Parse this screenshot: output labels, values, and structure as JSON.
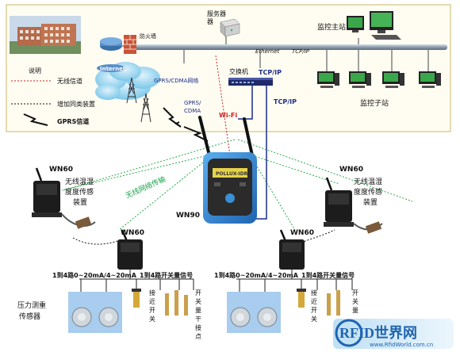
{
  "top": {
    "server_label": "服务器",
    "firewall_label": "防火墙",
    "internet_label": "Internet",
    "ethernet_label": "Ethernet",
    "tcpip_bus_label": "TCP/IP",
    "main_station_label": "监控主站",
    "sub_station_label": "监控子站",
    "switch_label": "交换机",
    "tcpip_1": "TCP/IP",
    "tcpip_2": "TCP/IP",
    "gprs_cdma_net": "GPRS/CDMA网络",
    "gprs_cdma_2a": "GPRS/",
    "gprs_cdma_2b": "CDMA",
    "wifi_label": "Wi-Fi"
  },
  "legend": {
    "title": "说明",
    "items": [
      {
        "label": "无线信道",
        "style": "red-dotted"
      },
      {
        "label": "增加同类装置",
        "style": "black-dotted"
      },
      {
        "label": "GPRS信道",
        "style": "lightning"
      }
    ]
  },
  "devices": {
    "wn90": "WN90",
    "wn90_screen": "POLLUX-IDR",
    "wireless_transfer": "无线网络传输",
    "wn60_left": {
      "model": "WN60",
      "desc": [
        "无线温湿",
        "度度传感",
        "装置"
      ]
    },
    "wn60_right": {
      "model": "WN60",
      "desc": [
        "无线温湿",
        "度度传感",
        "装置"
      ]
    },
    "wn60_mid_left": "WN60",
    "wn60_mid_right": "WN60"
  },
  "inputs": {
    "analog": "1到4路0~20mA/4~20mA",
    "switch_signal": "1到4路开关量信号",
    "pressure_sensor": [
      "压力测重",
      "传感器"
    ],
    "proximity_switch": [
      "接",
      "近",
      "开",
      "关"
    ],
    "switch_contact": [
      "开",
      "关",
      "量",
      "干",
      "接",
      "点"
    ]
  },
  "watermark": {
    "brand": "RFID世界网",
    "url": "www.RfidWorld.com.cn"
  },
  "colors": {
    "bus": "#7d8fa0",
    "tcp_line": "#1c2d8a",
    "wireless_green": "#2aa84a",
    "wireless_red": "#d11f1f",
    "cloud": "#8fd0ee",
    "device_dark": "#1c1c1c",
    "device_blue": "#3a8fd6"
  }
}
